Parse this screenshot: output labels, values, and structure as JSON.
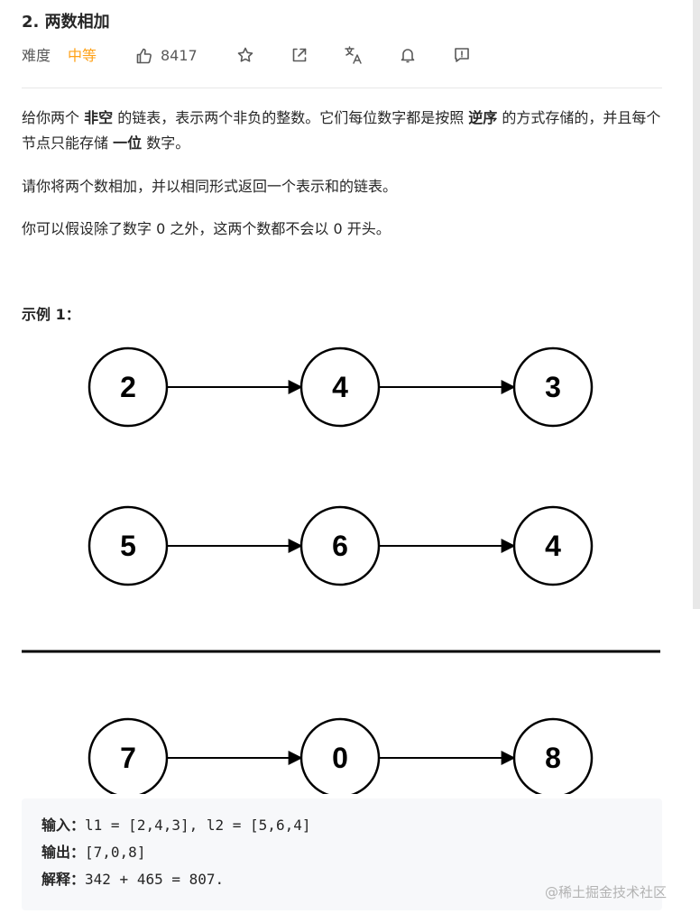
{
  "problem": {
    "title": "2. 两数相加",
    "difficulty_label": "难度",
    "difficulty": "中等",
    "likes": "8417"
  },
  "toolbar_icons": [
    "thumbs-up-icon",
    "star-icon",
    "share-icon",
    "translate-icon",
    "bell-icon",
    "feedback-icon"
  ],
  "colors": {
    "difficulty_medium": "#ffa116",
    "code_bg": "#f7f8fa"
  },
  "description": {
    "p1": {
      "a": "给你两个 ",
      "b1": "非空",
      "c": " 的链表，表示两个非负的整数。它们每位数字都是按照 ",
      "b2": "逆序",
      "d": " 的方式存储的，并且每个节点只能存储 ",
      "b3": "一位",
      "e": " 数字。"
    },
    "p2": "请你将两个数相加，并以相同形式返回一个表示和的链表。",
    "p3": "你可以假设除了数字 0 之外，这两个数都不会以 0 开头。"
  },
  "example": {
    "title": "示例 1：",
    "lists": [
      {
        "nodes": [
          "2",
          "4",
          "3"
        ]
      },
      {
        "nodes": [
          "5",
          "6",
          "4"
        ]
      },
      {
        "nodes": [
          "7",
          "0",
          "8"
        ]
      }
    ],
    "input_label": "输入：",
    "input": "l1 = [2,4,3], l2 = [5,6,4]",
    "output_label": "输出：",
    "output": "[7,0,8]",
    "explain_label": "解释：",
    "explain": "342 + 465 = 807."
  },
  "watermark": "@稀土掘金技术社区"
}
